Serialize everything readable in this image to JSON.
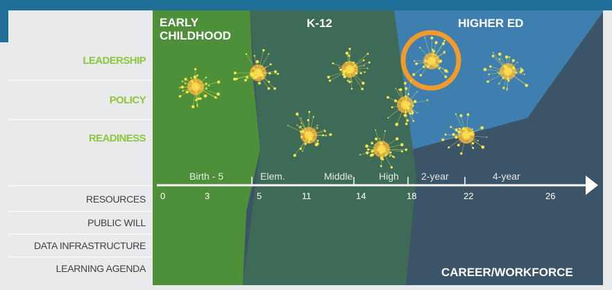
{
  "left_labels": {
    "green": [
      "LEADERSHIP",
      "POLICY",
      "READINESS"
    ],
    "gray": [
      "RESOURCES",
      "PUBLIC WILL",
      "DATA INFRASTRUCTURE",
      "LEARNING AGENDA"
    ]
  },
  "stages": {
    "early": "EARLY\nCHILDHOOD",
    "k12": "K-12",
    "higher": "HIGHER ED",
    "career": "CAREER/WORKFORCE"
  },
  "segments": [
    "Birth - 5",
    "Elem.",
    "Middle",
    "High",
    "2-year",
    "4-year"
  ],
  "ticks": [
    "0",
    "3",
    "5",
    "11",
    "14",
    "18",
    "22",
    "26"
  ],
  "colors": {
    "early": "#4e8f3a",
    "k12": "#3d6b58",
    "higher": "#3f7fb0",
    "career": "#3b5468",
    "green_text": "#8dc63f",
    "highlight": "#f39a2c",
    "spark": "#f4e84a"
  },
  "highlight_cluster": "higher-ed-leadership"
}
